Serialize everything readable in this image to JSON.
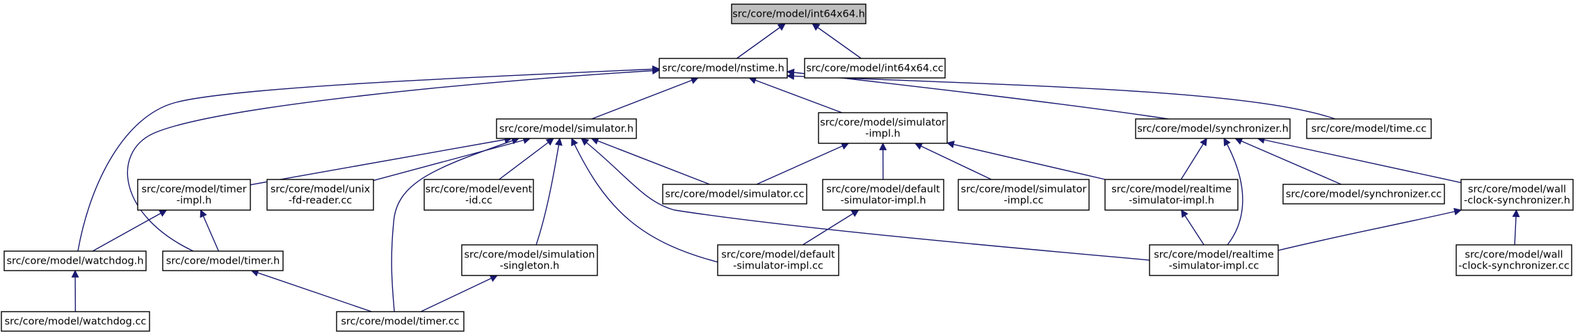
{
  "colors": {
    "edge": "#191970",
    "root_fill": "#bfbfbf",
    "node_fill": "#ffffff",
    "border": "#000000"
  },
  "nodes": [
    {
      "id": "n_int64x64_h",
      "lines": [
        "src/core/model/int64x64.h"
      ],
      "root": true
    },
    {
      "id": "n_nstime_h",
      "lines": [
        "src/core/model/nstime.h"
      ]
    },
    {
      "id": "n_int64x64_cc",
      "lines": [
        "src/core/model/int64x64.cc"
      ]
    },
    {
      "id": "n_simulator_h",
      "lines": [
        "src/core/model/simulator.h"
      ]
    },
    {
      "id": "n_simulator_impl_h",
      "lines": [
        "src/core/model/simulator",
        "-impl.h"
      ]
    },
    {
      "id": "n_synchronizer_h",
      "lines": [
        "src/core/model/synchronizer.h"
      ]
    },
    {
      "id": "n_time_cc",
      "lines": [
        "src/core/model/time.cc"
      ]
    },
    {
      "id": "n_timer_impl_h",
      "lines": [
        "src/core/model/timer",
        "-impl.h"
      ]
    },
    {
      "id": "n_unix_fd_reader_cc",
      "lines": [
        "src/core/model/unix",
        "-fd-reader.cc"
      ]
    },
    {
      "id": "n_event_id_cc",
      "lines": [
        "src/core/model/event",
        "-id.cc"
      ]
    },
    {
      "id": "n_simulator_cc",
      "lines": [
        "src/core/model/simulator.cc"
      ]
    },
    {
      "id": "n_default_simulator_impl_h",
      "lines": [
        "src/core/model/default",
        "-simulator-impl.h"
      ]
    },
    {
      "id": "n_simulator_impl_cc",
      "lines": [
        "src/core/model/simulator",
        "-impl.cc"
      ]
    },
    {
      "id": "n_realtime_simulator_impl_h",
      "lines": [
        "src/core/model/realtime",
        "-simulator-impl.h"
      ]
    },
    {
      "id": "n_synchronizer_cc",
      "lines": [
        "src/core/model/synchronizer.cc"
      ]
    },
    {
      "id": "n_wall_clock_synchronizer_h",
      "lines": [
        "src/core/model/wall",
        "-clock-synchronizer.h"
      ]
    },
    {
      "id": "n_watchdog_h",
      "lines": [
        "src/core/model/watchdog.h"
      ]
    },
    {
      "id": "n_timer_h",
      "lines": [
        "src/core/model/timer.h"
      ]
    },
    {
      "id": "n_simulation_singleton_h",
      "lines": [
        "src/core/model/simulation",
        "-singleton.h"
      ]
    },
    {
      "id": "n_default_simulator_impl_cc",
      "lines": [
        "src/core/model/default",
        "-simulator-impl.cc"
      ]
    },
    {
      "id": "n_realtime_simulator_impl_cc",
      "lines": [
        "src/core/model/realtime",
        "-simulator-impl.cc"
      ]
    },
    {
      "id": "n_wall_clock_synchronizer_cc",
      "lines": [
        "src/core/model/wall",
        "-clock-synchronizer.cc"
      ]
    },
    {
      "id": "n_watchdog_cc",
      "lines": [
        "src/core/model/watchdog.cc"
      ]
    },
    {
      "id": "n_timer_cc",
      "lines": [
        "src/core/model/timer.cc"
      ]
    }
  ],
  "edges": [
    {
      "from": "n_int64x64_h",
      "to": "n_nstime_h"
    },
    {
      "from": "n_int64x64_h",
      "to": "n_int64x64_cc"
    },
    {
      "from": "n_nstime_h",
      "to": "n_simulator_h"
    },
    {
      "from": "n_nstime_h",
      "to": "n_simulator_impl_h"
    },
    {
      "from": "n_nstime_h",
      "to": "n_synchronizer_h"
    },
    {
      "from": "n_nstime_h",
      "to": "n_time_cc"
    },
    {
      "from": "n_nstime_h",
      "to": "n_watchdog_h"
    },
    {
      "from": "n_nstime_h",
      "to": "n_timer_h"
    },
    {
      "from": "n_simulator_h",
      "to": "n_timer_impl_h"
    },
    {
      "from": "n_simulator_h",
      "to": "n_unix_fd_reader_cc"
    },
    {
      "from": "n_simulator_h",
      "to": "n_event_id_cc"
    },
    {
      "from": "n_simulator_h",
      "to": "n_simulator_cc"
    },
    {
      "from": "n_simulator_h",
      "to": "n_simulation_singleton_h"
    },
    {
      "from": "n_simulator_h",
      "to": "n_default_simulator_impl_cc"
    },
    {
      "from": "n_simulator_h",
      "to": "n_realtime_simulator_impl_cc"
    },
    {
      "from": "n_simulator_h",
      "to": "n_timer_cc"
    },
    {
      "from": "n_simulator_impl_h",
      "to": "n_simulator_cc"
    },
    {
      "from": "n_simulator_impl_h",
      "to": "n_default_simulator_impl_h"
    },
    {
      "from": "n_simulator_impl_h",
      "to": "n_simulator_impl_cc"
    },
    {
      "from": "n_simulator_impl_h",
      "to": "n_realtime_simulator_impl_h"
    },
    {
      "from": "n_synchronizer_h",
      "to": "n_realtime_simulator_impl_h"
    },
    {
      "from": "n_synchronizer_h",
      "to": "n_synchronizer_cc"
    },
    {
      "from": "n_synchronizer_h",
      "to": "n_wall_clock_synchronizer_h"
    },
    {
      "from": "n_synchronizer_h",
      "to": "n_realtime_simulator_impl_cc"
    },
    {
      "from": "n_timer_impl_h",
      "to": "n_watchdog_h"
    },
    {
      "from": "n_timer_impl_h",
      "to": "n_timer_h"
    },
    {
      "from": "n_default_simulator_impl_h",
      "to": "n_default_simulator_impl_cc"
    },
    {
      "from": "n_realtime_simulator_impl_h",
      "to": "n_realtime_simulator_impl_cc"
    },
    {
      "from": "n_wall_clock_synchronizer_h",
      "to": "n_realtime_simulator_impl_cc"
    },
    {
      "from": "n_wall_clock_synchronizer_h",
      "to": "n_wall_clock_synchronizer_cc"
    },
    {
      "from": "n_watchdog_h",
      "to": "n_watchdog_cc"
    },
    {
      "from": "n_timer_h",
      "to": "n_timer_cc"
    },
    {
      "from": "n_simulation_singleton_h",
      "to": "n_timer_cc"
    }
  ]
}
